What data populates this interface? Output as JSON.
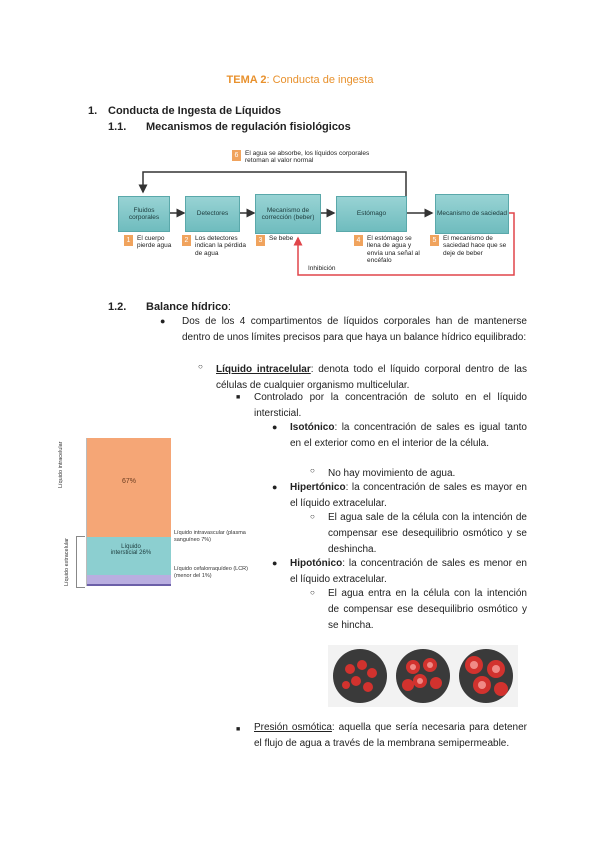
{
  "doc": {
    "title_bold": "TEMA 2",
    "title_rest": ": Conducta de ingesta",
    "section1_num": "1.",
    "section1_title": "Conducta de Ingesta de Líquidos",
    "sub1_num": "1.1.",
    "sub1_title": "Mecanismos de regulación fisiológicos",
    "sub2_num": "1.2.",
    "sub2_title": "Balance hídrico",
    "sub2_colon": ":"
  },
  "diagram": {
    "boxes": [
      "Fluidos corporales",
      "Detectores",
      "Mecanismo de corrección (beber)",
      "Estómago",
      "Mecanismo de saciedad"
    ],
    "steps": [
      {
        "n": "1",
        "text": "El cuerpo pierde agua"
      },
      {
        "n": "2",
        "text": "Los detectores indican la pérdida de agua"
      },
      {
        "n": "3",
        "text": "Se bebe"
      },
      {
        "n": "4",
        "text": "El estómago se llena de agua y envía una señal al encéfalo"
      },
      {
        "n": "5",
        "text": "El mecanismo de saciedad hace que se deje de beber"
      }
    ],
    "note6": {
      "n": "6",
      "text": "El agua se absorbe, los líquidos corporales retoman al valor normal"
    },
    "inhibition": "Inhibición"
  },
  "stack": {
    "top_label": "Líquido intracelular",
    "bottom_label": "Líquido extracelular",
    "intracellular_pct_label": "67%",
    "interstitial_label": "Líquido intersticial 26%",
    "right_plasma": "Líquido intravascular (plasma sanguíneo 7%)",
    "right_cerebro": "Líquido cefalorraquídeo (LCR) (menor del 1%)",
    "segments": [
      {
        "name": "intracelular",
        "fraction": 0.67,
        "color": "#f5a676"
      },
      {
        "name": "intersticial",
        "fraction": 0.26,
        "color": "#8ccfd0"
      },
      {
        "name": "plasma",
        "fraction": 0.06,
        "color": "#b9aee0"
      },
      {
        "name": "lcr",
        "fraction": 0.01,
        "color": "#6b5fa8"
      }
    ]
  },
  "text": {
    "para1": "Dos de los 4 compartimentos de líquidos corporales han de mantenerse dentro de unos límites precisos para que haya un balance hídrico equilibrado:",
    "liq_intra_term": "Líquido intracelular",
    "liq_intra_rest": ": denota todo el líquido corporal dentro de las células de cualquier organismo multicelular.",
    "controlado": "Controlado por la concentración de soluto en el líquido intersticial.",
    "isotonico_term": "Isotónico",
    "isotonico_rest": ": la concentración de sales es igual tanto en el exterior como en el interior de la célula.",
    "iso_sub": "No hay movimiento de agua.",
    "hiper_term": "Hipertónico",
    "hiper_rest": ": la concentración de sales es mayor en el líquido extracelular.",
    "hiper_sub": "El agua sale de la célula con la intención de compensar ese desequilibrio osmótico y se deshincha.",
    "hipo_term": "Hipotónico",
    "hipo_rest": ": la concentración de sales es menor en el líquido extracelular.",
    "hipo_sub": "El agua entra en la célula con la intención de compensar ese desequilibrio osmótico y se hincha.",
    "presion_term": "Presión osmótica",
    "presion_rest": ": aquella que sería necesaria para detener el flujo de agua a través de la membrana semipermeable."
  },
  "colors": {
    "accent": "#e8912d",
    "box": "#7cc4c6",
    "arrow": "#e0454a",
    "step_badge": "#f0a35d"
  }
}
